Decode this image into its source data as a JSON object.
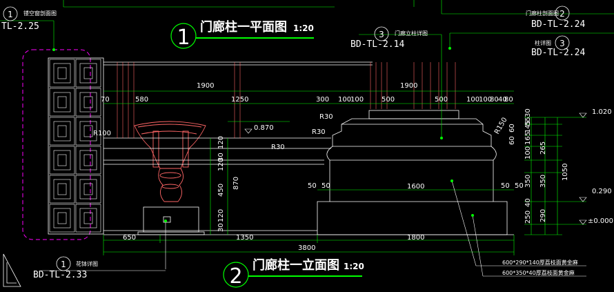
{
  "titles": {
    "plan": {
      "num": "1",
      "text": "门廊柱一平面图",
      "scale": "1:20"
    },
    "elev": {
      "num": "2",
      "text": "门廊柱一立面图",
      "scale": "1:20"
    }
  },
  "refs": {
    "r1": {
      "num": "1",
      "label": "镂空窗剖面图",
      "code": "TL-2.25"
    },
    "r2": {
      "num": "2",
      "label": "门廊柱剖面图",
      "code": "BD-TL-2.24"
    },
    "r3": {
      "num": "3",
      "label": "门廊立柱详图",
      "code": "BD-TL-2.14"
    },
    "r4": {
      "num": "3",
      "label": "柱详图",
      "code": "BD-TL-2.24"
    },
    "r5": {
      "num": "1",
      "label": "花钵详图",
      "code": "BD-TL-2.33"
    }
  },
  "dims": {
    "top1900a": "1900",
    "top1900b": "1900",
    "d70": "70",
    "d580": "580",
    "d1250": "1250",
    "d300": "300",
    "d100a": "100",
    "d100b": "100",
    "d500a": "500",
    "d500b": "500",
    "d100c": "100",
    "d100d": "100",
    "d80a": "80",
    "d40": "40",
    "d80b": "80",
    "d650": "650",
    "d1350": "1350",
    "d1800": "1800",
    "d3800": "3800",
    "d1600": "1600",
    "d50a": "50",
    "d50b": "50",
    "d50c": "50",
    "d50d": "50",
    "v120a": "120",
    "v30": "30",
    "v120b": "120",
    "v450": "450",
    "v870": "870",
    "v120c": "120",
    "v30b": "30",
    "rv30": "30",
    "rv55": "55",
    "rv145": "145",
    "rv165": "165",
    "rv265": "265",
    "rv100": "100",
    "rv350a": "350",
    "rv350b": "350",
    "rv1050": "1050",
    "rv40": "40",
    "rv250": "250",
    "rv290": "290",
    "rv60": "60",
    "rv60b": "60"
  },
  "radii": {
    "r100": "R100",
    "r30a": "R30",
    "r30b": "R30",
    "r30c": "R30",
    "r150": "R150"
  },
  "levels": {
    "l1020": "1.020",
    "l0870": "0.870",
    "l0290": "0.290",
    "l0000": "±0.000"
  },
  "notes": {
    "n1": "600*290*140厚荔枝面黄金麻",
    "n2": "600*350*40厚荔枝面黄金麻"
  },
  "colors": {
    "bg": "#000000",
    "line": "#ffffff",
    "dim": "#00ff00",
    "red": "#ff4444",
    "cyan": "#00ffff",
    "magenta": "#ff00ff",
    "yellow": "#ffff00"
  }
}
